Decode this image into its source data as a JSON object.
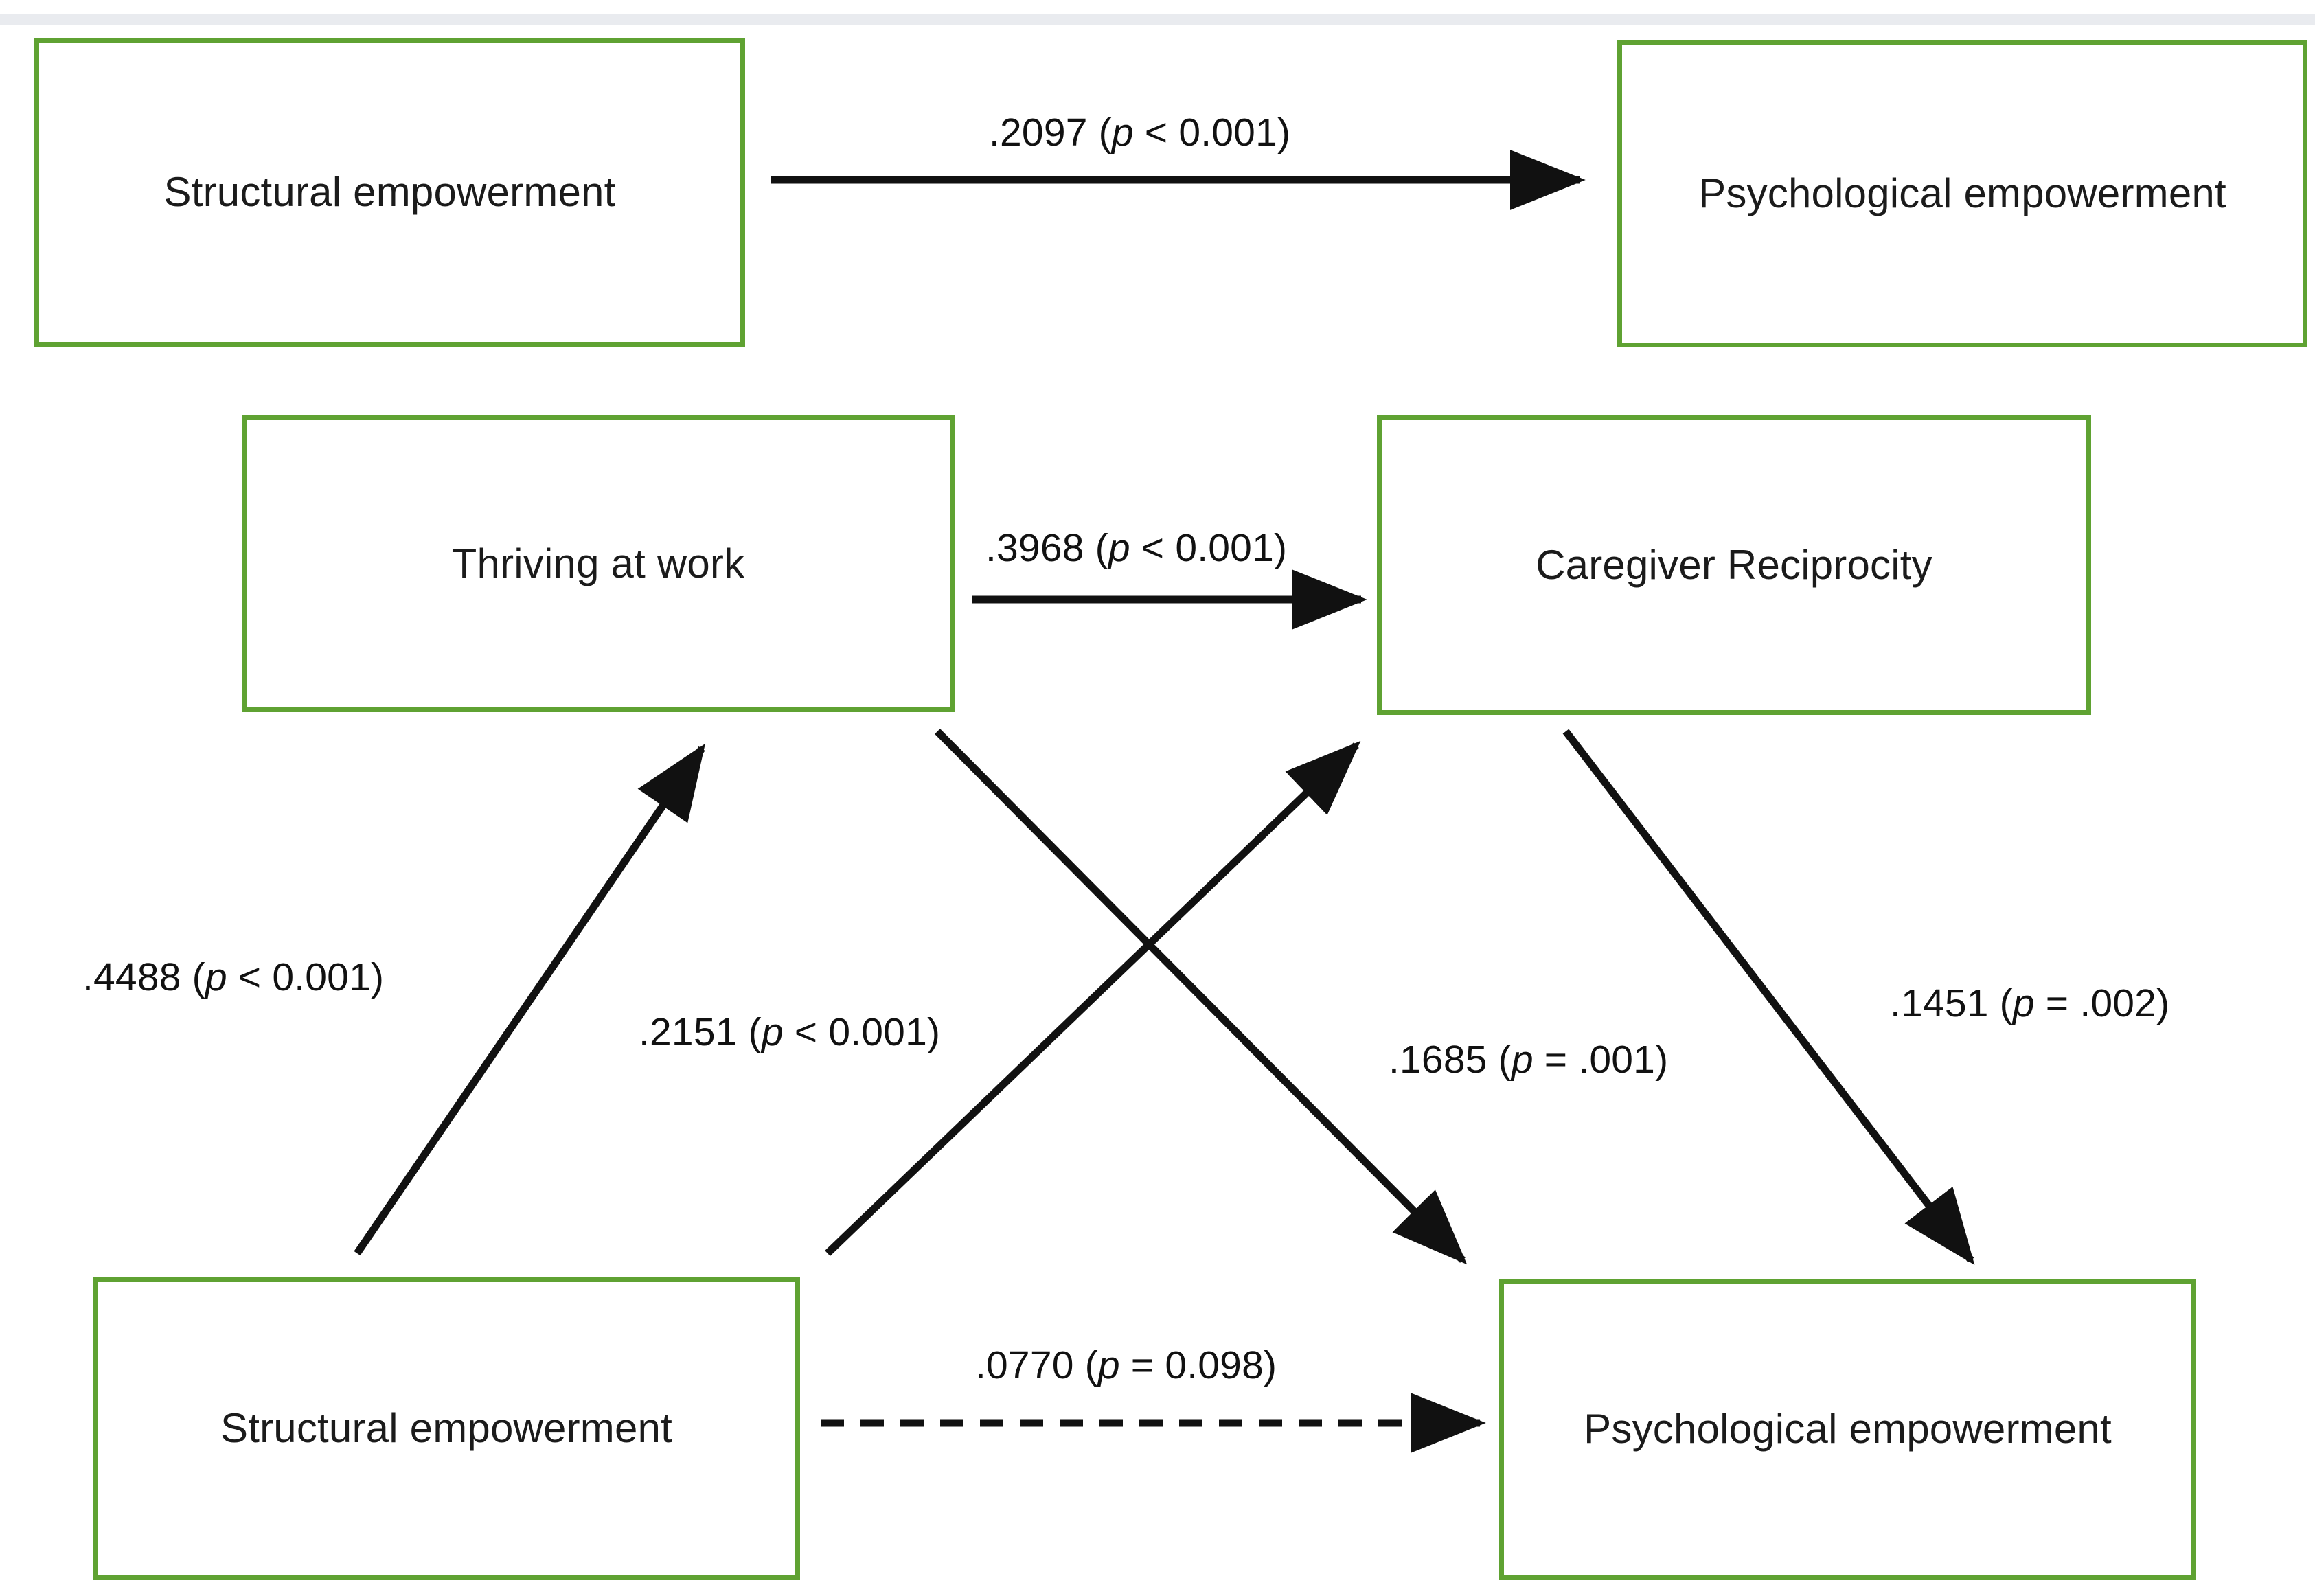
{
  "figure": {
    "type": "path-diagram",
    "title": "",
    "box_border_color": "#5FA232",
    "arrow_color": "#111111",
    "top_strip_color": "#e9ebef"
  },
  "nodes": [
    {
      "id": "struct-emp-top",
      "label": "Structural empowerment",
      "row": "top",
      "col": "left"
    },
    {
      "id": "psych-emp-top",
      "label": "Psychological empowerment",
      "row": "top",
      "col": "right"
    },
    {
      "id": "thriving-at-work",
      "label": "Thriving at work",
      "row": "middle",
      "col": "left"
    },
    {
      "id": "caregiver-recip",
      "label": "Caregiver Reciprocity",
      "row": "middle",
      "col": "right"
    },
    {
      "id": "struct-emp-bottom",
      "label": "Structural empowerment",
      "row": "bottom",
      "col": "left"
    },
    {
      "id": "psych-emp-bottom",
      "label": "Psychological empowerment",
      "row": "bottom",
      "col": "right"
    }
  ],
  "paths": [
    {
      "id": "path-se-to-pe-top",
      "from": "struct-emp-top",
      "to": "psych-emp-top",
      "coefficient": ".2097",
      "p_operator": "<",
      "p_value": "0.001",
      "label_prefix": ".2097 (",
      "label_p": "p",
      "label_suffix": " < 0.001)",
      "style": "solid"
    },
    {
      "id": "path-thriving-to-caregiver",
      "from": "thriving-at-work",
      "to": "caregiver-recip",
      "coefficient": ".3968",
      "p_operator": "<",
      "p_value": "0.001",
      "label_prefix": ".3968 (",
      "label_p": "p",
      "label_suffix": " < 0.001)",
      "style": "solid"
    },
    {
      "id": "path-se-to-thriving",
      "from": "struct-emp-bottom",
      "to": "thriving-at-work",
      "coefficient": ".4488",
      "p_operator": "<",
      "p_value": "0.001",
      "label_prefix": ".4488 (",
      "label_p": "p",
      "label_suffix": " < 0.001)",
      "style": "solid"
    },
    {
      "id": "path-se-to-caregiver",
      "from": "struct-emp-bottom",
      "to": "caregiver-recip",
      "coefficient": ".2151",
      "p_operator": "<",
      "p_value": "0.001",
      "label_prefix": ".2151 (",
      "label_p": "p",
      "label_suffix": " < 0.001)",
      "style": "solid"
    },
    {
      "id": "path-thriving-to-psych",
      "from": "thriving-at-work",
      "to": "psych-emp-bottom",
      "coefficient": ".1685",
      "p_operator": "=",
      "p_value": ".001",
      "label_prefix": ".1685 (",
      "label_p": "p",
      "label_suffix": " = .001)",
      "style": "solid"
    },
    {
      "id": "path-caregiver-to-psych",
      "from": "caregiver-recip",
      "to": "psych-emp-bottom",
      "coefficient": ".1451",
      "p_operator": "=",
      "p_value": ".002",
      "label_prefix": ".1451 (",
      "label_p": "p",
      "label_suffix": " = .002)",
      "style": "solid"
    },
    {
      "id": "path-se-to-pe-bottom",
      "from": "struct-emp-bottom",
      "to": "psych-emp-bottom",
      "coefficient": ".0770",
      "p_operator": "=",
      "p_value": "0.098",
      "label_prefix": ".0770 (",
      "label_p": "p",
      "label_suffix": " = 0.098)",
      "style": "dashed"
    }
  ]
}
